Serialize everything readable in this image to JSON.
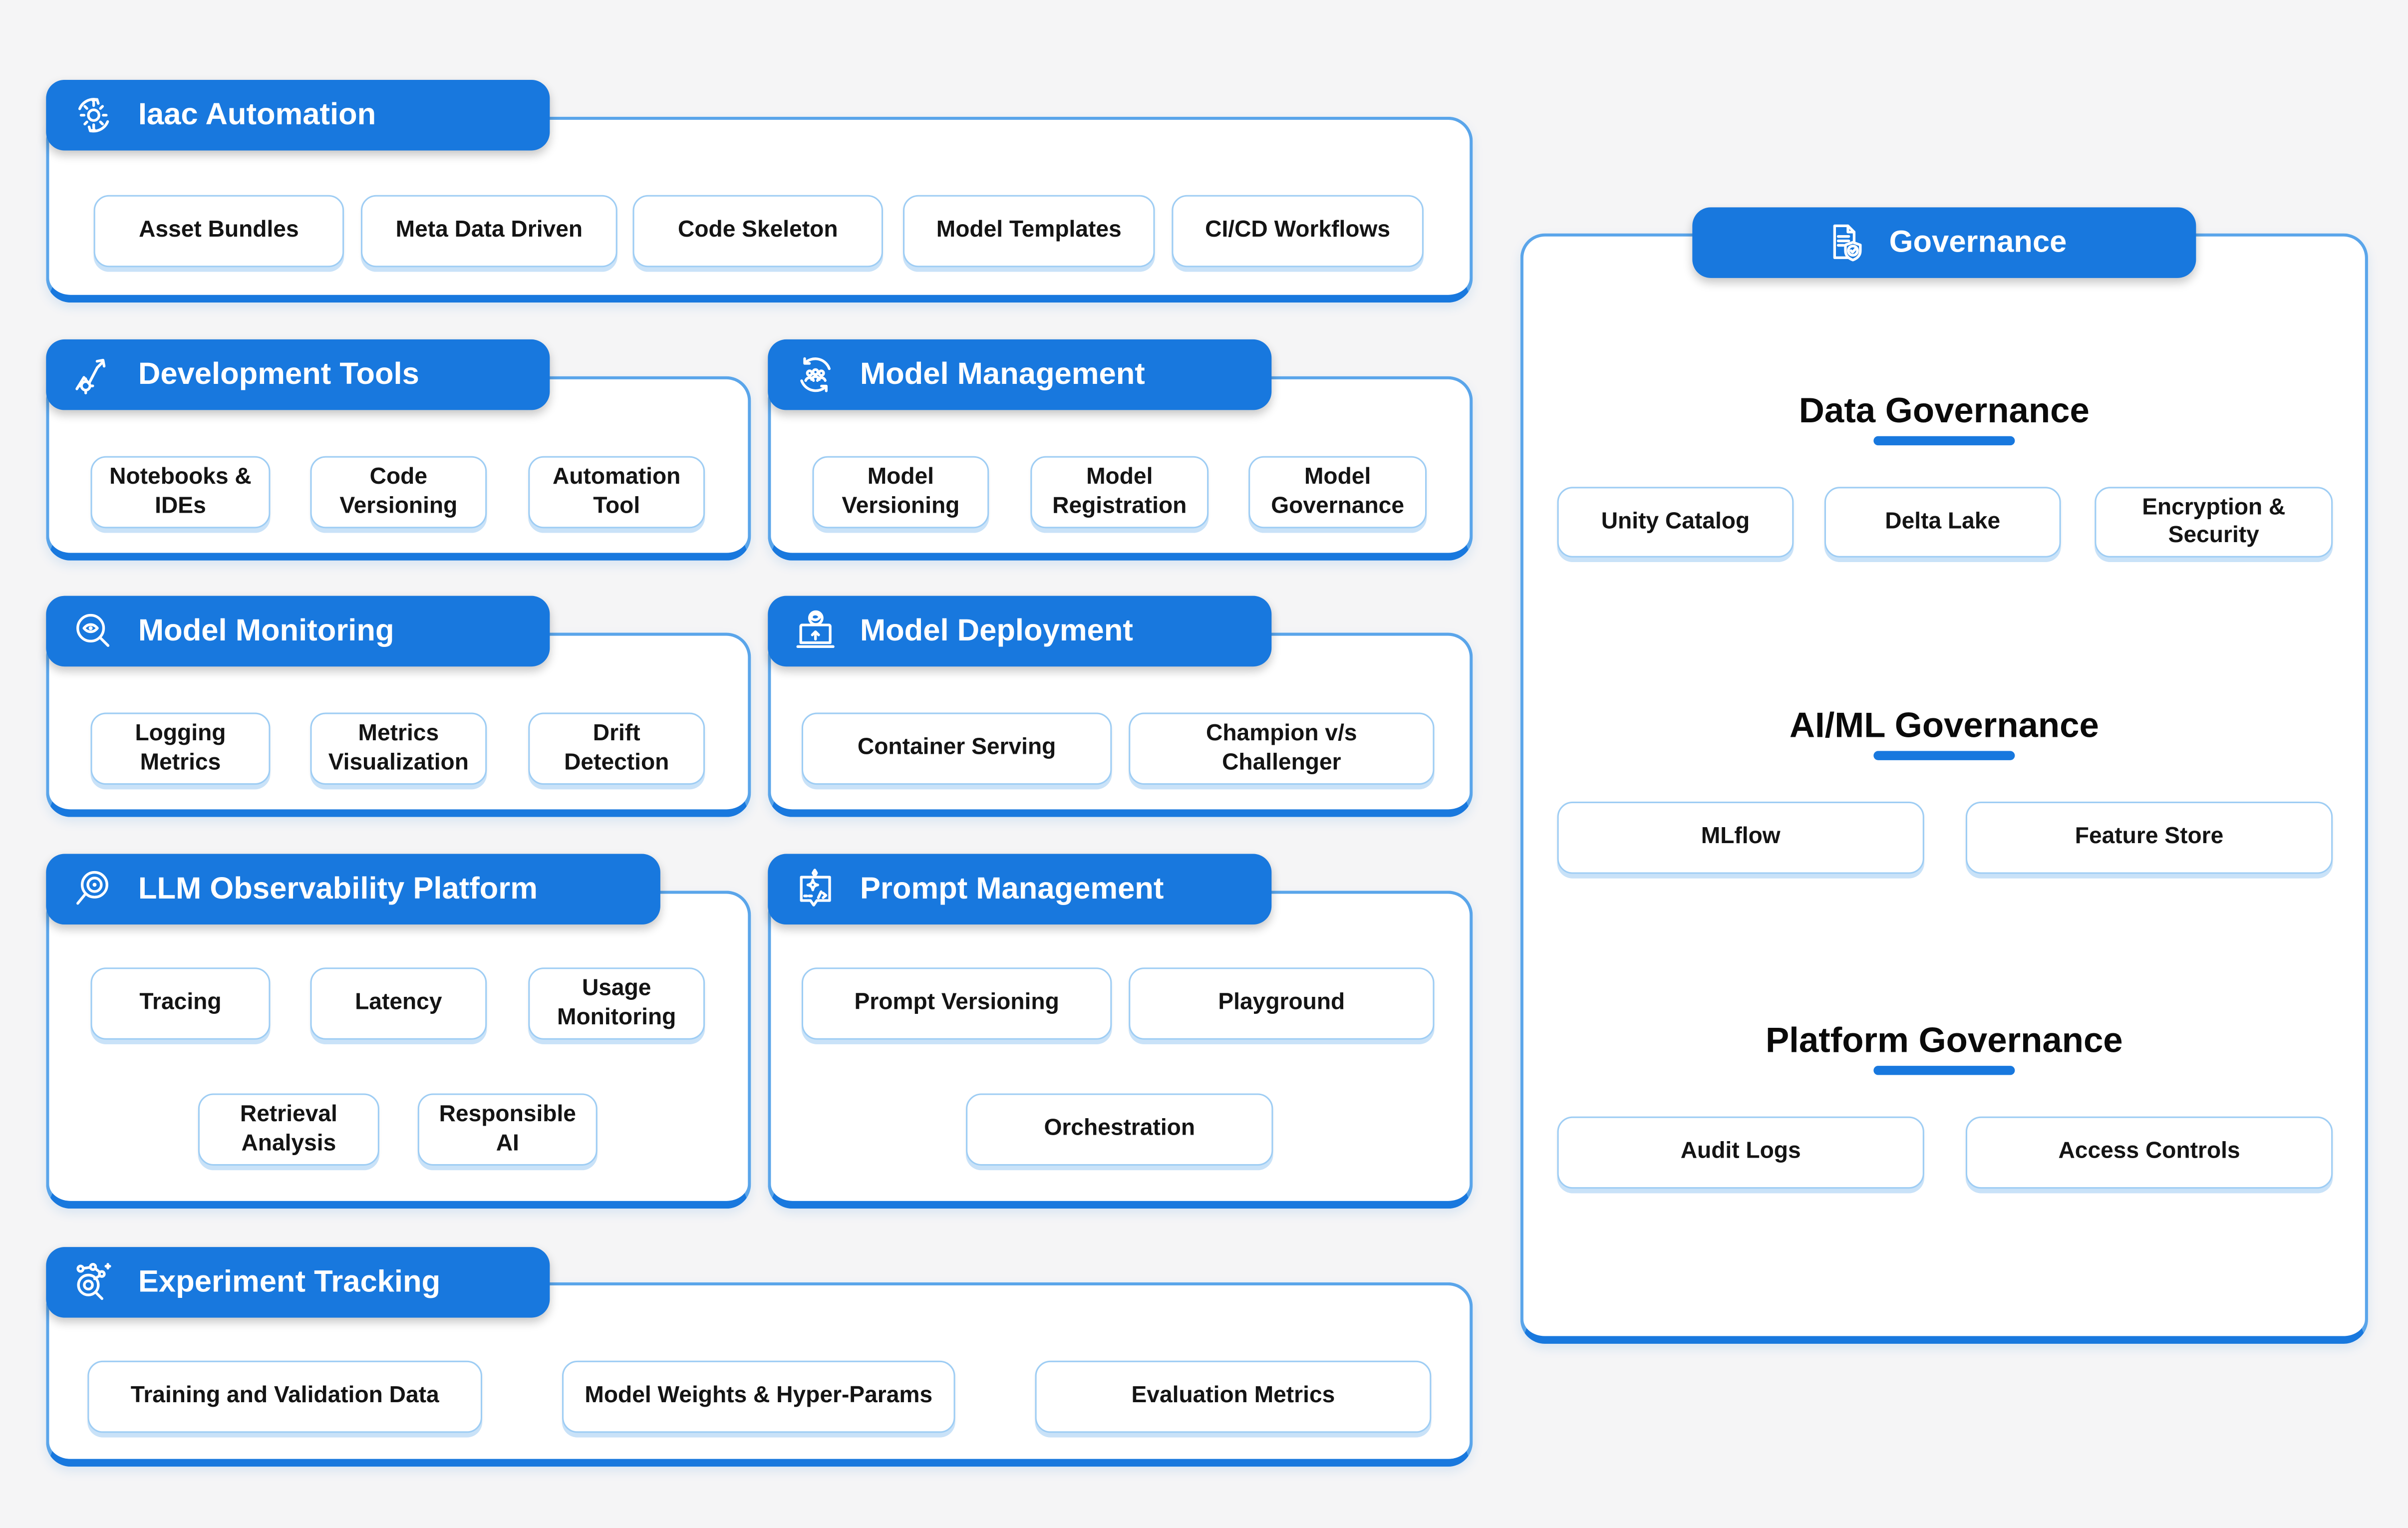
{
  "colors": {
    "accent": "#1878de",
    "panel_border": "#5aa5ea",
    "chip_border": "#9ecdf4",
    "background": "#f5f5f6",
    "header_text": "#ffffff",
    "chip_text": "#141414"
  },
  "panels": {
    "iaac": {
      "title": "Iaac Automation",
      "icon": "automation-gear-icon",
      "chips": [
        "Asset Bundles",
        "Meta Data Driven",
        "Code Skeleton",
        "Model Templates",
        "CI/CD Workflows"
      ]
    },
    "dev": {
      "title": "Development Tools",
      "icon": "growth-chart-gear-icon",
      "chips": [
        "Notebooks & IDEs",
        "Code Versioning",
        "Automation Tool"
      ]
    },
    "mgmt": {
      "title": "Model Management",
      "icon": "team-sync-icon",
      "chips": [
        "Model Versioning",
        "Model Registration",
        "Model Governance"
      ]
    },
    "monitor": {
      "title": "Model Monitoring",
      "icon": "eye-magnifier-icon",
      "chips": [
        "Logging Metrics",
        "Metrics Visualization",
        "Drift Detection"
      ]
    },
    "deploy": {
      "title": "Model Deployment",
      "icon": "laptop-upload-icon",
      "chips": [
        "Container Serving",
        "Champion v/s Challenger"
      ]
    },
    "llm": {
      "title": "LLM Observability Platform",
      "icon": "target-magnifier-icon",
      "chips_row1": [
        "Tracing",
        "Latency",
        "Usage Monitoring"
      ],
      "chips_row2": [
        "Retrieval Analysis",
        "Responsible AI"
      ]
    },
    "prompt": {
      "title": "Prompt Management",
      "icon": "prompt-chat-icon",
      "chips_row1": [
        "Prompt Versioning",
        "Playground"
      ],
      "chips_row2": [
        "Orchestration"
      ]
    },
    "exp": {
      "title": "Experiment Tracking",
      "icon": "experiment-network-icon",
      "chips": [
        "Training and Validation Data",
        "Model Weights & Hyper-Params",
        "Evaluation Metrics"
      ]
    }
  },
  "governance": {
    "title": "Governance",
    "icon": "document-shield-icon",
    "sections": [
      {
        "heading": "Data Governance",
        "chips": [
          "Unity Catalog",
          "Delta Lake",
          "Encryption & Security"
        ]
      },
      {
        "heading": "AI/ML Governance",
        "chips": [
          "MLflow",
          "Feature Store"
        ]
      },
      {
        "heading": "Platform Governance",
        "chips": [
          "Audit Logs",
          "Access Controls"
        ]
      }
    ]
  }
}
